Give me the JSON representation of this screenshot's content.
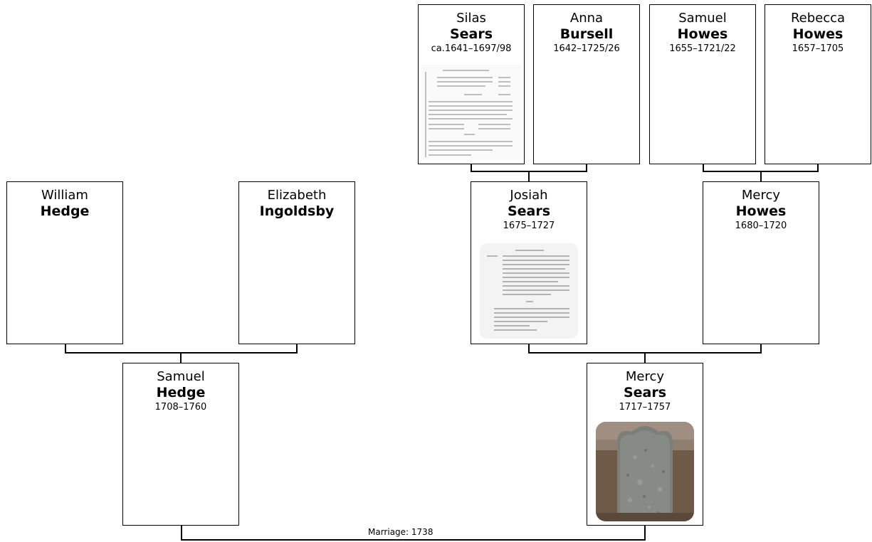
{
  "people": {
    "silas": {
      "first": "Silas",
      "last": "Sears",
      "dates": "ca.1641–1697/98"
    },
    "anna": {
      "first": "Anna",
      "last": "Bursell",
      "dates": "1642–1725/26"
    },
    "samuel_h": {
      "first": "Samuel",
      "last": "Howes",
      "dates": "1655–1721/22"
    },
    "rebecca": {
      "first": "Rebecca",
      "last": "Howes",
      "dates": "1657–1705"
    },
    "william": {
      "first": "William",
      "last": "Hedge",
      "dates": ""
    },
    "elizabeth": {
      "first": "Elizabeth",
      "last": "Ingoldsby",
      "dates": ""
    },
    "josiah": {
      "first": "Josiah",
      "last": "Sears",
      "dates": "1675–1727"
    },
    "mercy_h": {
      "first": "Mercy",
      "last": "Howes",
      "dates": "1680–1720"
    },
    "samuel": {
      "first": "Samuel",
      "last": "Hedge",
      "dates": "1708–1760"
    },
    "mercy_s": {
      "first": "Mercy",
      "last": "Sears",
      "dates": "1717–1757"
    }
  },
  "marriage_label": "Marriage: 1738",
  "photos": {
    "silas": "document-scan",
    "josiah": "document-scan",
    "mercy_s": "gravestone"
  }
}
